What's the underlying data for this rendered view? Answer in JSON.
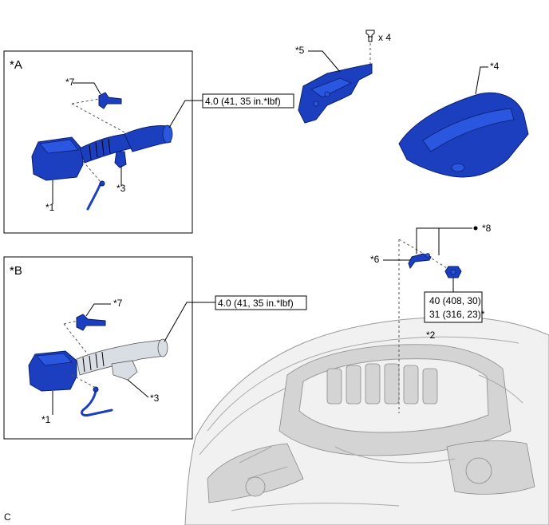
{
  "panel_a": {
    "title": "*A",
    "torque": "4.0 (41, 35 in.*lbf)",
    "labels": {
      "part1": "*1",
      "part3": "*3",
      "part7": "*7"
    }
  },
  "panel_b": {
    "title": "*B",
    "torque": "4.0 (41, 35 in.*lbf)",
    "labels": {
      "part1": "*1",
      "part3": "*3",
      "part7": "*7"
    }
  },
  "covers": {
    "part4": "*4",
    "part5": "*5",
    "clip_count": "x 4"
  },
  "bolts": {
    "part2": "*2",
    "part6": "*6",
    "part8": "*8",
    "torque_line1": "40 (408, 30)",
    "torque_line2": "31 (316, 23)*"
  },
  "corner_code": "C",
  "colors": {
    "part_blue": "#1b3fbf",
    "engine_gray": "#f1f1f1"
  }
}
